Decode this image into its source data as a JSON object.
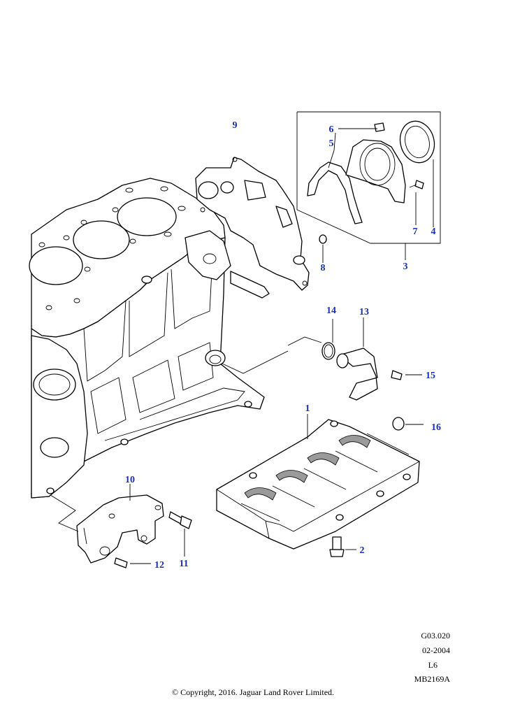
{
  "callouts": {
    "c1": "1",
    "c2": "2",
    "c3": "3",
    "c4": "4",
    "c5": "5",
    "c6": "6",
    "c7": "7",
    "c8": "8",
    "c9": "9",
    "c10": "10",
    "c11": "11",
    "c12": "12",
    "c13": "13",
    "c14": "14",
    "c15": "15",
    "c16": "16"
  },
  "reference": {
    "group": "G03.020",
    "date": "02-2004",
    "engine": "L6",
    "illustration": "MB2169A"
  },
  "copyright": "© Copyright, 2016. Jaguar Land Rover Limited.",
  "colors": {
    "callout": "#1a2fb5",
    "line": "#000000",
    "background": "#ffffff"
  }
}
